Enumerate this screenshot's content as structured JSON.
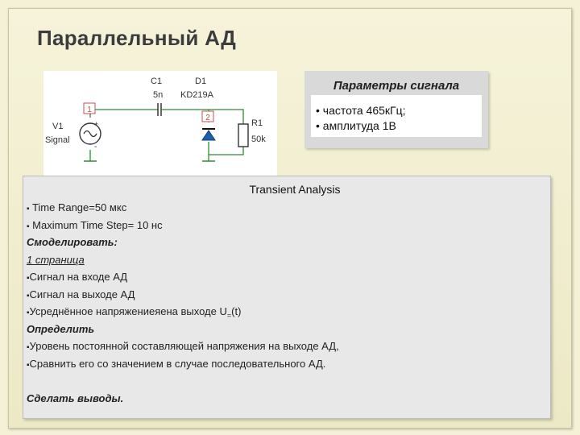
{
  "slide": {
    "title": "Параллельный АД"
  },
  "circuit": {
    "c1_label": "C1",
    "c1_value": "5n",
    "d1_label": "D1",
    "d1_value": "KD219A",
    "v1_label": "V1",
    "v1_value": "Signal",
    "r1_label": "R1",
    "r1_value": "50k",
    "node1": "1",
    "node2": "2",
    "plus": "+",
    "minus": "-"
  },
  "params": {
    "title": "Параметры сигнала",
    "items": [
      "частота 465кГц;",
      "амплитуда 1В"
    ]
  },
  "analysis": {
    "header": "Transient Analysis",
    "bullet_marker": "▪",
    "time_range": "Time Range=50 мкс",
    "max_step": "Maximum Time Step= 10 нс",
    "simulate": "Смоделировать:",
    "page": "1 страница",
    "input_signal": "Сигнал на входе АД",
    "output_signal": "Сигнал на выходе АД",
    "avg_voltage": "Усреднённое напряжениеяена выходе U",
    "avg_sub": "=",
    "avg_tail": "(t)",
    "determine": "Определить",
    "dc_level": "Уровень постоянной составляющей напряжения на выходе АД,",
    "compare": "Сравнить его со значением в случае последовательного АД.",
    "conclusion": "Сделать выводы."
  }
}
